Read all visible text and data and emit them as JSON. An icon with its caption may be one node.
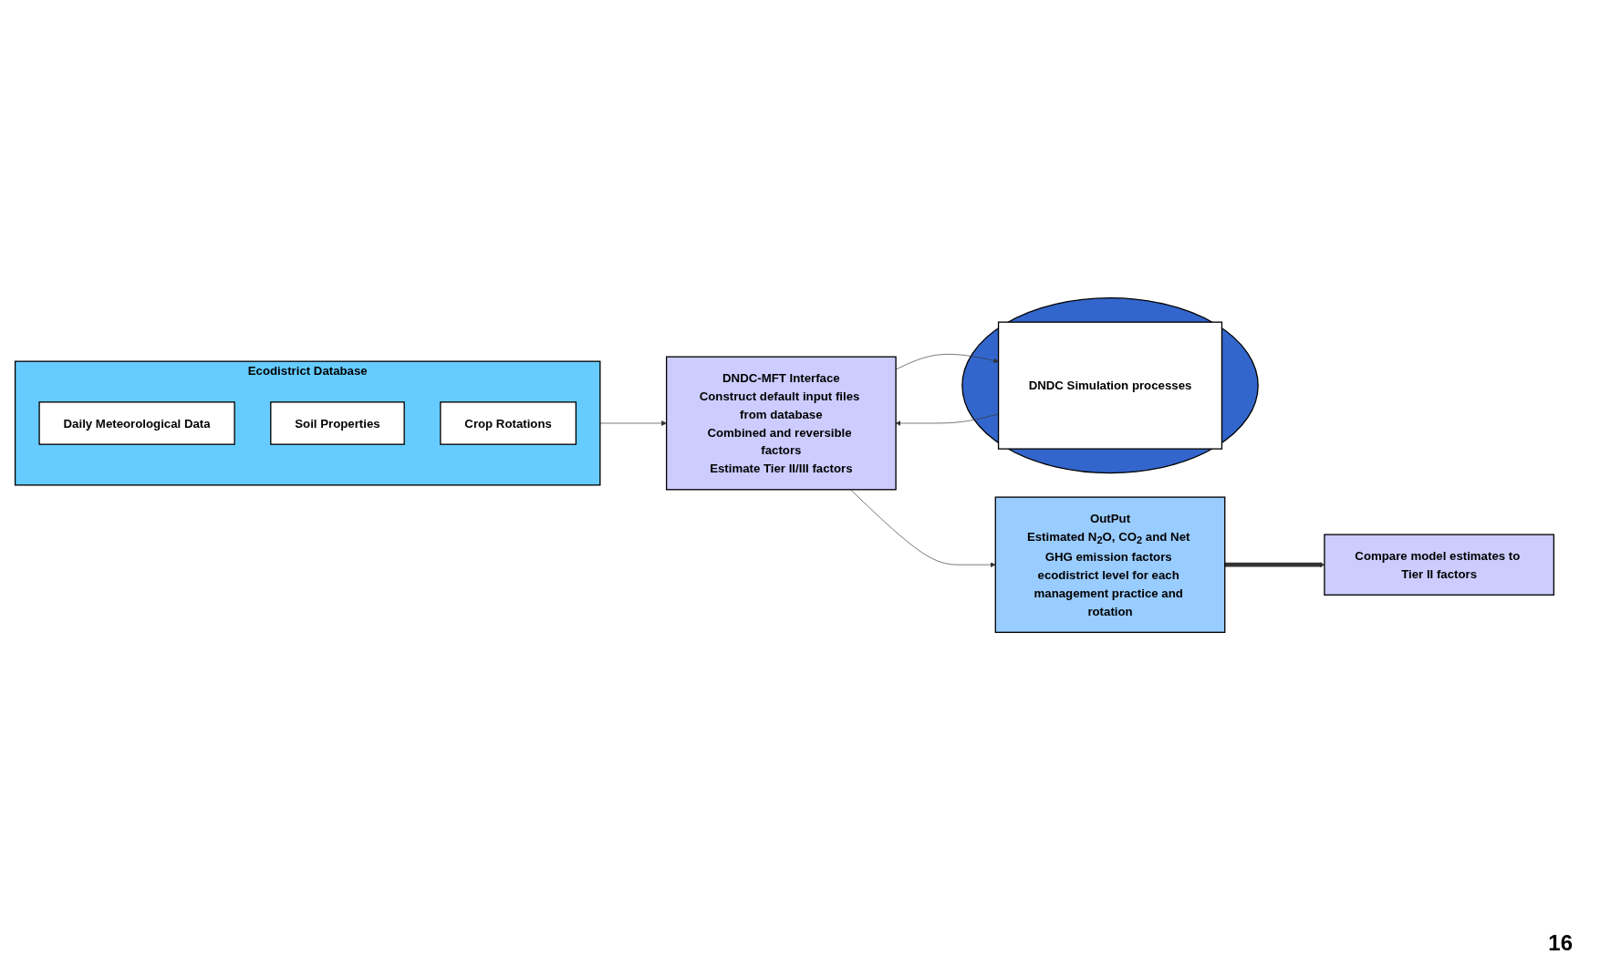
{
  "diagram": {
    "nodes": [
      {
        "text": [
          "Ecodistrict Database"
        ]
      },
      {
        "text": [
          "Daily Meteorological Data"
        ],
        "in": 0
      },
      {
        "text": [
          "Soil Properties"
        ],
        "in": 0
      },
      {
        "text": [
          "Crop Rotations"
        ],
        "in": 0
      },
      {
        "text": [
          "DNDC-MFT Interface",
          "Construct default input files from database",
          "Combined and reversible factors",
          "Estimate Tier II/III factors"
        ]
      },
      {
        "text": [],
        "shape": "circle"
      },
      {
        "text": [
          "DNDC Simulation processes"
        ],
        "in": 5
      },
      {
        "text": [
          "OutPut",
          "Estimated N$_{2}$O, CO$_{2}$ and Net GHG emission factors ecodistrict level for each management practice and rotation"
        ]
      },
      {
        "text": [
          "Compare model estimates to Tier II factors"
        ]
      }
    ],
    "edges": [
      {
        "from": 0,
        "to": 4,
        "arrow": "to"
      },
      {
        "from": 4,
        "to": 6,
        "arrow": "to"
      },
      {
        "from": 6,
        "to": 4,
        "arrow": "to"
      },
      {
        "from": 4,
        "to": 7,
        "arrow": "to"
      },
      {
        "from": 7,
        "to": 8,
        "arrow": "to",
        "style": "thick"
      }
    ],
    "labels": [
      "16"
    ]
  }
}
